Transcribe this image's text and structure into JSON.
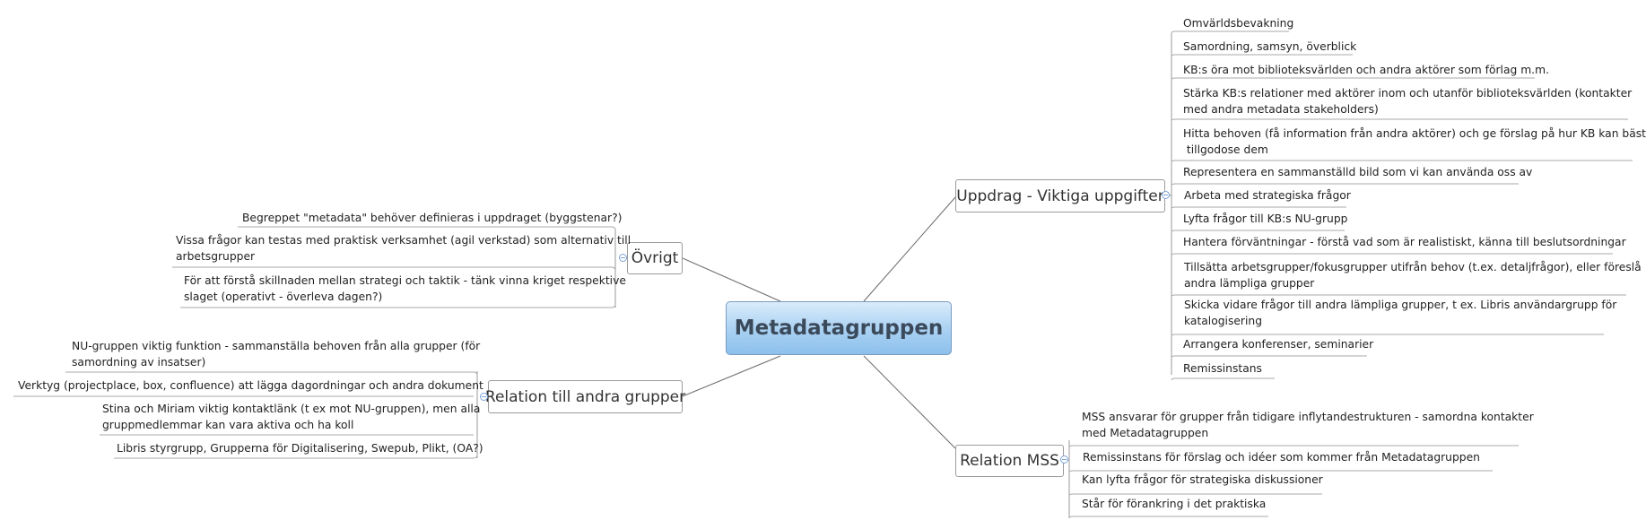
{
  "central": {
    "label": "Metadatagruppen"
  },
  "uppdrag": {
    "label": "Uppdrag - Viktiga uppgifter",
    "items": [
      [
        "Omvärldsbevakning"
      ],
      [
        "Samordning, samsyn, överblick"
      ],
      [
        "KB:s öra mot biblioteksvärlden och andra aktörer som förlag m.m."
      ],
      [
        "Stärka KB:s relationer med aktörer inom och utanför biblioteksvärlden (kontakter",
        "med andra metadata stakeholders)"
      ],
      [
        "Hitta behoven (få information från andra aktörer) och ge förslag på hur KB kan bäst",
        " tillgodose dem"
      ],
      [
        "Representera en sammanställd bild som vi kan använda oss av"
      ],
      [
        "Arbeta med strategiska frågor"
      ],
      [
        "Lyfta frågor till KB:s NU-grupp"
      ],
      [
        "Hantera förväntningar - förstå vad som är realistiskt, känna till beslutsordningar"
      ],
      [
        "Tillsätta arbetsgrupper/fokusgrupper utifrån behov (t.ex. detaljfrågor), eller föreslå",
        "andra lämpliga grupper"
      ],
      [
        "Skicka vidare frågor till andra lämpliga grupper, t ex. Libris användargrupp för",
        "katalogisering"
      ],
      [
        "Arrangera konferenser, seminarier"
      ],
      [
        "Remissinstans"
      ]
    ]
  },
  "mss": {
    "label": "Relation MSS",
    "items": [
      [
        "MSS ansvarar för grupper från tidigare inflytandestrukturen - samordna kontakter",
        "med Metadatagruppen"
      ],
      [
        "Remissinstans för förslag och idéer som kommer från Metadatagruppen"
      ],
      [
        "Kan lyfta frågor för strategiska diskussioner"
      ],
      [
        "Står för förankring i det praktiska"
      ]
    ]
  },
  "ovrigt": {
    "label": "Övrigt",
    "items": [
      [
        "Begreppet \"metadata\" behöver definieras i uppdraget (byggstenar?)"
      ],
      [
        "Vissa frågor kan testas med praktisk verksamhet (agil verkstad) som alternativ till",
        "arbetsgrupper"
      ],
      [
        "För att förstå skillnaden mellan strategi och taktik - tänk vinna kriget respektive",
        "slaget (operativt - överleva dagen?)"
      ]
    ]
  },
  "relation": {
    "label": "Relation till andra grupper",
    "items": [
      [
        "NU-gruppen viktig funktion - sammanställa behoven från alla grupper (för",
        "samordning av insatser)"
      ],
      [
        "Verktyg (projectplace, box, confluence) att lägga dagordningar och andra dokument"
      ],
      [
        "Stina och Miriam viktig kontaktlänk (t ex mot NU-gruppen), men alla",
        "gruppmedlemmar kan vara aktiva och ha koll"
      ],
      [
        "Libris styrgrupp, Grupperna för Digitalisering, Swepub, Plikt, (OA?)"
      ]
    ]
  }
}
